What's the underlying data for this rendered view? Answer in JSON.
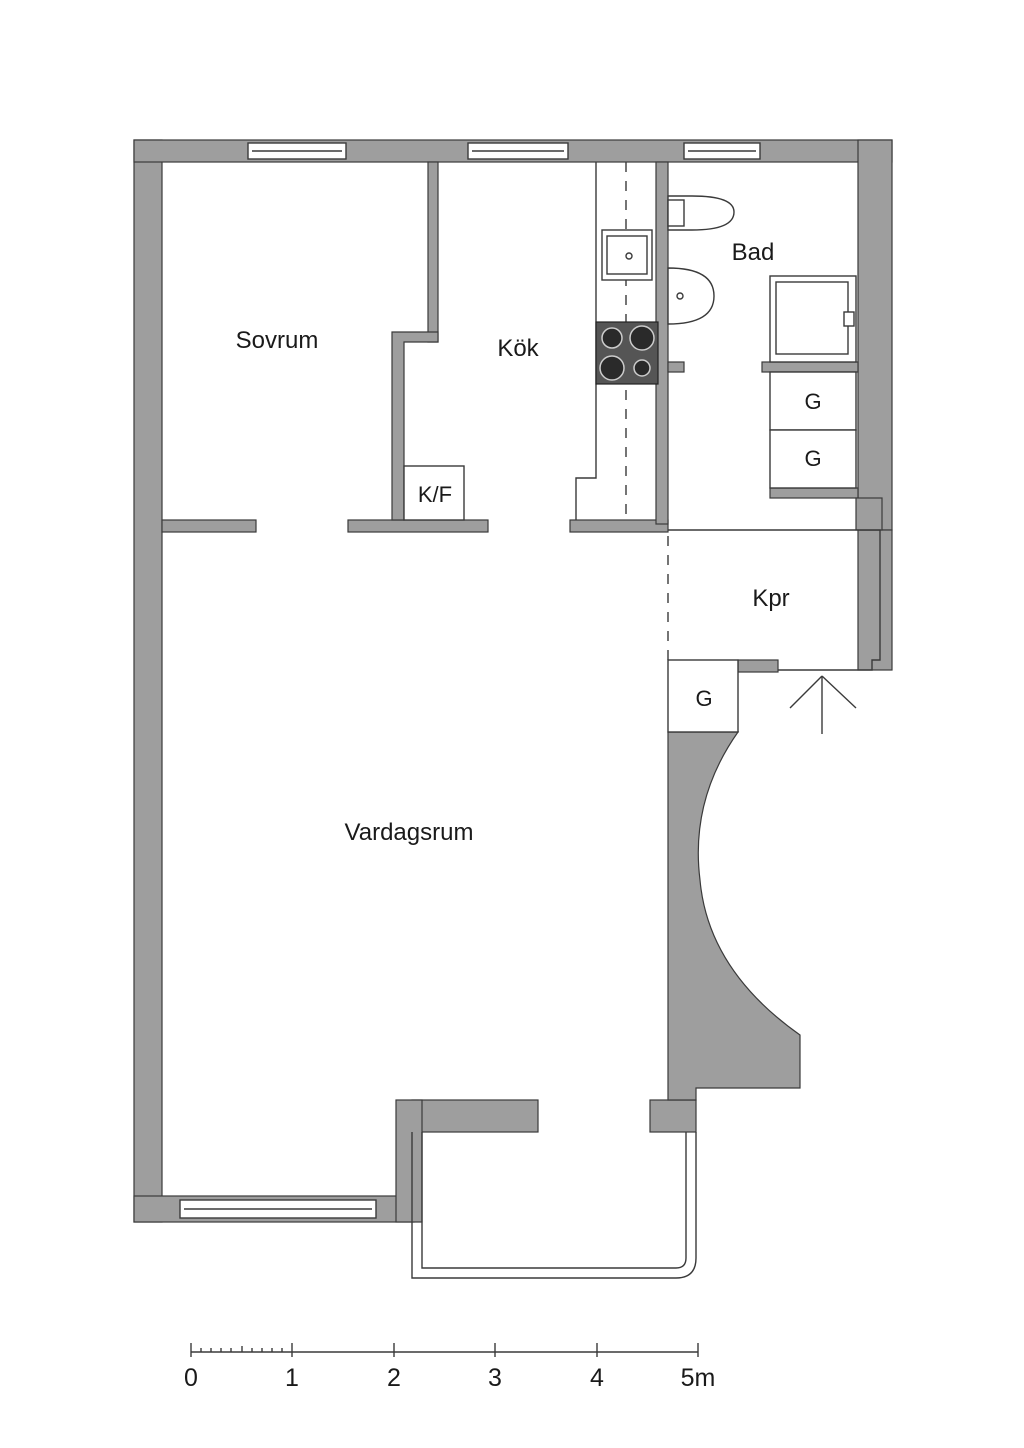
{
  "rooms": {
    "sovrum": "Sovrum",
    "kok": "Kök",
    "bad": "Bad",
    "vardagsrum": "Vardagsrum",
    "kpr": "Kpr"
  },
  "fixtures": {
    "kf": "K/F",
    "g1": "G",
    "g2": "G",
    "g3": "G"
  },
  "scale": {
    "ticks": [
      "0",
      "1",
      "2",
      "3",
      "4",
      "5m"
    ]
  },
  "colors": {
    "wall": "#9e9e9e",
    "stove": "#555555",
    "line": "#3a3a3a"
  }
}
